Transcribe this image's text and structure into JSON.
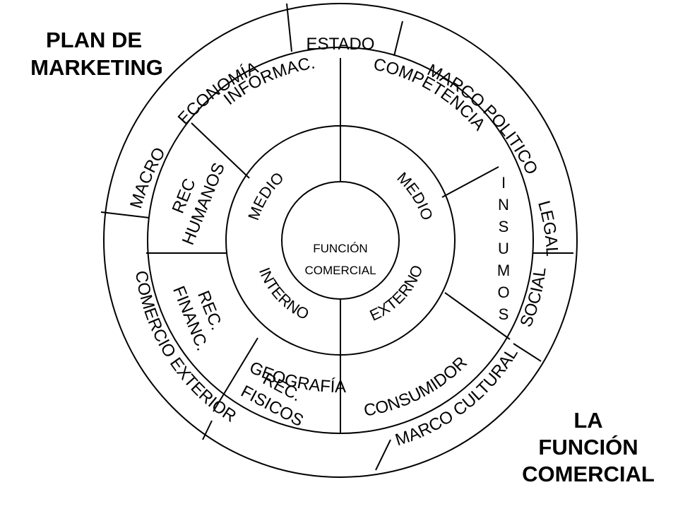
{
  "headings": {
    "top_left": [
      "PLAN DE",
      "MARKETING"
    ],
    "bottom_right": [
      "LA",
      "FUNCIÓN",
      "COMERCIAL"
    ]
  },
  "center": [
    "FUNCIÓN",
    "COMERCIAL"
  ],
  "inner_ring": {
    "medio_left": "MEDIO",
    "medio_right": "MEDIO",
    "interno": "INTERNO",
    "externo": "EXTERNO"
  },
  "middle_ring": {
    "informac": "INFORMAC.",
    "competencia": "COMPETENCIA",
    "rec_humanos": [
      "REC",
      "HUMANOS"
    ],
    "insumos": [
      "I",
      "N",
      "S",
      "U",
      "M",
      "O",
      "S"
    ],
    "rec_financ": [
      "REC.",
      "FINANC."
    ],
    "rec_fisicos": [
      "REC.",
      "FISICOS"
    ],
    "consumidor": "CONSUMIDOR"
  },
  "outer_ring": {
    "estado": "ESTADO",
    "marco_politico": "MARCO POLITICO",
    "legal": "LEGAL",
    "social": "SOCIAL",
    "marco_cultural": "MARCO  CULTURAL",
    "geografia": "GEOGRAFÍA",
    "comercio_exterior": "COMERCIO EXTERIOR",
    "macro": "MACRO",
    "economia": "ECONOMÍA"
  }
}
